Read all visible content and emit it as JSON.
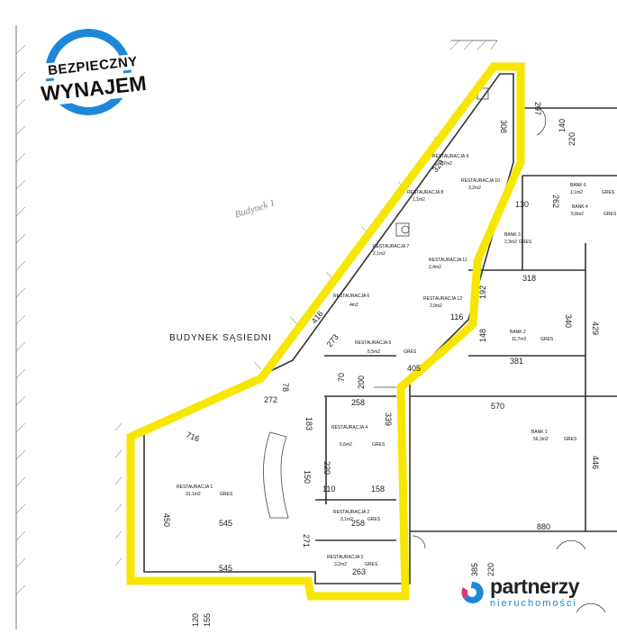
{
  "badge": {
    "line1": "BEZPIECZNY",
    "line2": "WYNAJEM"
  },
  "brand": {
    "name": "partnerzy",
    "subtitle": "nieruchomości"
  },
  "neighbor_label": "BUDYNEK SĄSIEDNI",
  "handwritten_note": "Budynek 1",
  "highlight_color": "#f6e600",
  "rooms": [
    {
      "name": "RESTAURACJA 1",
      "area": "31,1m2",
      "floor": "GRES"
    },
    {
      "name": "RESTAURACJA 2",
      "area": "3,1m2",
      "floor": "GRES"
    },
    {
      "name": "RESTAURACJA 3",
      "area": "3,2m2",
      "floor": "GRES"
    },
    {
      "name": "RESTAURACJA 4",
      "area": "6,6m2",
      "floor": "GRES"
    },
    {
      "name": "RESTAURACJA 5",
      "area": "5,5m2",
      "floor": "GRES"
    },
    {
      "name": "RESTAURACJA 6",
      "area": "4m2",
      "floor": ""
    },
    {
      "name": "RESTAURACJA 7",
      "area": "2,1m2",
      "floor": ""
    },
    {
      "name": "RESTAURACJA 8",
      "area": "1,1m2",
      "floor": ""
    },
    {
      "name": "RESTAURACJA 9",
      "area": "1,7m2",
      "floor": ""
    },
    {
      "name": "RESTAURACJA 10",
      "area": "3,2m2",
      "floor": ""
    },
    {
      "name": "RESTAURACJA 11",
      "area": "2,4m2",
      "floor": ""
    },
    {
      "name": "RESTAURACJA 12",
      "area": "2,9m2",
      "floor": ""
    },
    {
      "name": "BANK 1",
      "area": "56,3m2",
      "floor": "GRES"
    },
    {
      "name": "BANK 2",
      "area": "11,7m2",
      "floor": "GRES"
    },
    {
      "name": "BANK 3",
      "area": "2,3m2",
      "floor": "GRES"
    },
    {
      "name": "BANK 4",
      "area": "5,8m2",
      "floor": "GRES"
    },
    {
      "name": "BANK 6",
      "area": "1,1m2",
      "floor": "GRES"
    }
  ],
  "dimensions": [
    "272",
    "716",
    "450",
    "545",
    "545",
    "263",
    "258",
    "258",
    "339",
    "220",
    "150",
    "183",
    "405",
    "381",
    "570",
    "880",
    "446",
    "429",
    "340",
    "318",
    "308",
    "297",
    "140",
    "220",
    "262",
    "130",
    "70",
    "200",
    "110",
    "158",
    "271",
    "155",
    "120",
    "385",
    "220",
    "329",
    "416",
    "78",
    "148",
    "192",
    "116",
    "273"
  ]
}
